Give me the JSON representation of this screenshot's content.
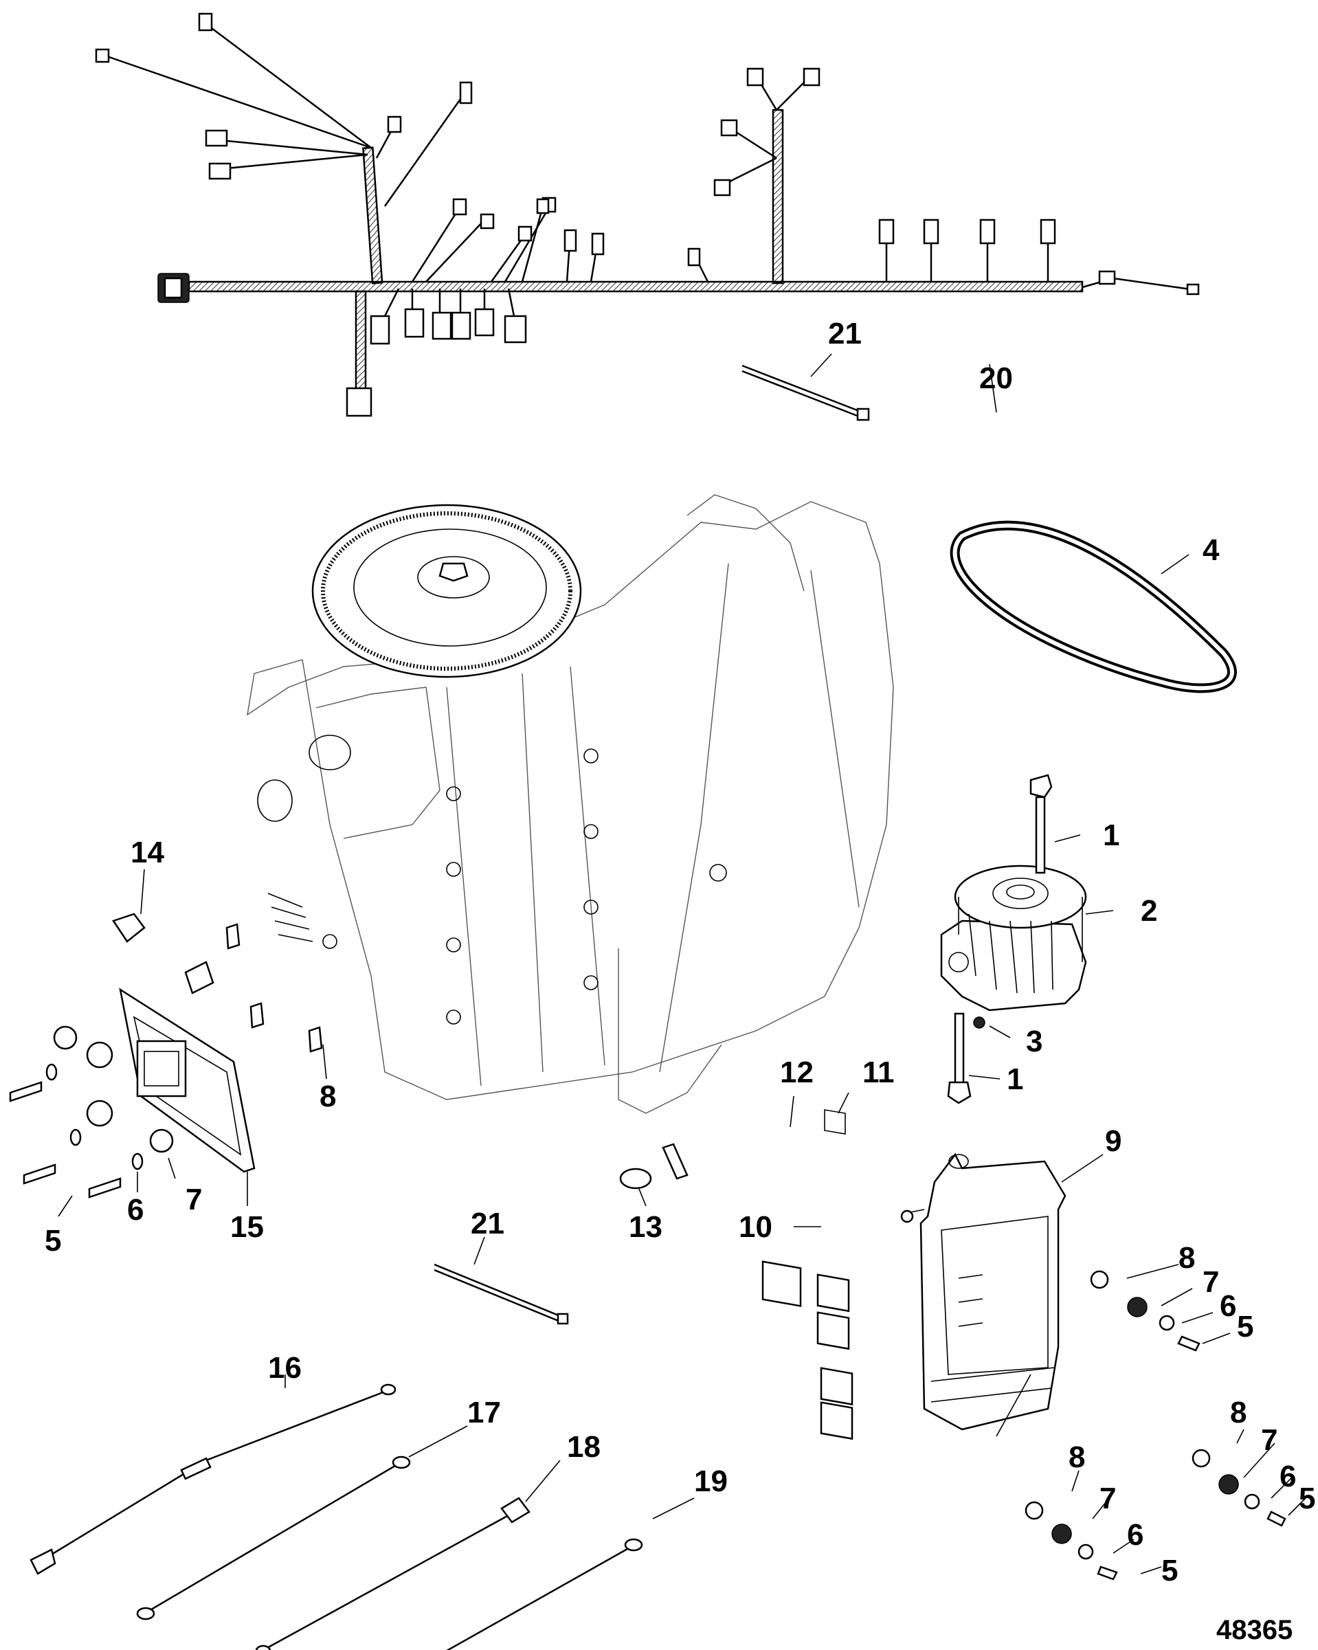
{
  "figure_number": "48365",
  "callouts": [
    {
      "id": "c1a",
      "text": "1"
    },
    {
      "id": "c1b",
      "text": "1"
    },
    {
      "id": "c2",
      "text": "2"
    },
    {
      "id": "c3",
      "text": "3"
    },
    {
      "id": "c4",
      "text": "4"
    },
    {
      "id": "c5a",
      "text": "5"
    },
    {
      "id": "c5b",
      "text": "5"
    },
    {
      "id": "c5c",
      "text": "5"
    },
    {
      "id": "c5d",
      "text": "5"
    },
    {
      "id": "c6a",
      "text": "6"
    },
    {
      "id": "c6b",
      "text": "6"
    },
    {
      "id": "c6c",
      "text": "6"
    },
    {
      "id": "c6d",
      "text": "6"
    },
    {
      "id": "c7a",
      "text": "7"
    },
    {
      "id": "c7b",
      "text": "7"
    },
    {
      "id": "c7c",
      "text": "7"
    },
    {
      "id": "c7d",
      "text": "7"
    },
    {
      "id": "c8a",
      "text": "8"
    },
    {
      "id": "c8b",
      "text": "8"
    },
    {
      "id": "c8c",
      "text": "8"
    },
    {
      "id": "c8d",
      "text": "8"
    },
    {
      "id": "c9",
      "text": "9"
    },
    {
      "id": "c10",
      "text": "10"
    },
    {
      "id": "c11",
      "text": "11"
    },
    {
      "id": "c12",
      "text": "12"
    },
    {
      "id": "c13",
      "text": "13"
    },
    {
      "id": "c14",
      "text": "14"
    },
    {
      "id": "c15",
      "text": "15"
    },
    {
      "id": "c16",
      "text": "16"
    },
    {
      "id": "c17",
      "text": "17"
    },
    {
      "id": "c18",
      "text": "18"
    },
    {
      "id": "c19",
      "text": "19"
    },
    {
      "id": "c20",
      "text": "20"
    },
    {
      "id": "c21a",
      "text": "21"
    },
    {
      "id": "c21b",
      "text": "21"
    }
  ]
}
